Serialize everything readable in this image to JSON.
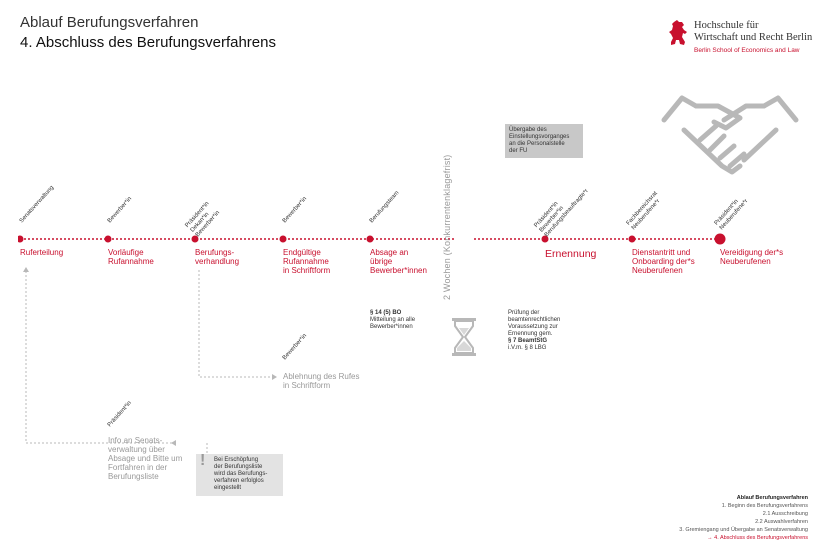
{
  "header": {
    "title": "Ablauf Berufungsverfahren",
    "subtitle": "4. Abschluss des Berufungsverfahrens"
  },
  "logo": {
    "line1": "Hochschule für",
    "line2": "Wirtschaft und Recht Berlin",
    "line3": "Berlin School of Economics and Law"
  },
  "colors": {
    "accent": "#c8102e",
    "grey": "#999999"
  },
  "steps": [
    {
      "role": [
        "Senatsverwaltung"
      ],
      "label": [
        "Ruferteilung"
      ]
    },
    {
      "role": [
        "Bewerber*in"
      ],
      "label": [
        "Vorläufige",
        "Rufannahme"
      ]
    },
    {
      "role": [
        "Präsident*in",
        "Dekan*in",
        "Bewerber*in"
      ],
      "label": [
        "Berufungs-",
        "verhandlung"
      ]
    },
    {
      "role": [
        "Bewerber*in"
      ],
      "label": [
        "Endgültige",
        "Rufannahme",
        "in Schriftform"
      ]
    },
    {
      "role": [
        "Berufungsteam"
      ],
      "label": [
        "Absage an",
        "übrige",
        "Bewerber*innen"
      ]
    },
    {
      "role": [
        "Präsident*in",
        "Bewerber*in",
        "Berufungsbeauftragte*r"
      ],
      "label": [
        "Ernennung"
      ]
    },
    {
      "role": [
        "Fachbereichsrat",
        "Neuberufene*r"
      ],
      "label": [
        "Dienstantritt und",
        "Onboarding der*s",
        "Neuberufenen"
      ]
    },
    {
      "role": [
        "Präsident*in",
        "Neuberufene*r"
      ],
      "label": [
        "Vereidigung der*s",
        "Neuberufenen"
      ]
    }
  ],
  "wait_period": "2 Wochen (Konkurrentenklagefrist)",
  "handover_box": [
    "Übergabe des",
    "Einstellungsvorganges",
    "an die Personalstelle",
    "der FU"
  ],
  "note_bo": {
    "bold": "§ 14 (5) BO",
    "text": [
      "Mitteilung an alle",
      "Bewerber*innen"
    ]
  },
  "note_beamt": {
    "text": [
      "Prüfung der",
      "beamtenrechtlichen",
      "Voraussetzung zur",
      "Ernennung gem."
    ],
    "bold": [
      "§ 7 BeamtStG"
    ],
    "tail": "i.V.m. § 8 LBG"
  },
  "rejection": {
    "role": "Bewerber*in",
    "label": [
      "Ablehnung des Rufes",
      "in Schriftform"
    ]
  },
  "senate_info": {
    "role": "Präsident*in",
    "label": [
      "Info an Senats-",
      "verwaltung über",
      "Absage und Bitte um",
      "Fortfahren in der",
      "Berufungsliste"
    ]
  },
  "exhausted_box": {
    "icon": "!",
    "text": [
      "Bei Erschöpfung",
      "der Berufungsliste",
      "wird das Berufungs-",
      "verfahren erfolglos",
      "eingestellt"
    ]
  },
  "legend": {
    "title": "Ablauf Berufungsverfahren",
    "items": [
      "1. Beginn des Berufungsverfahrens",
      "2.1 Ausschreibung",
      "2.2 Auswahlverfahren",
      "3. Gremiengang und Übergabe an Senatsverwaltung"
    ],
    "active": "→  4. Abschluss des Berufungsverfahrens"
  }
}
